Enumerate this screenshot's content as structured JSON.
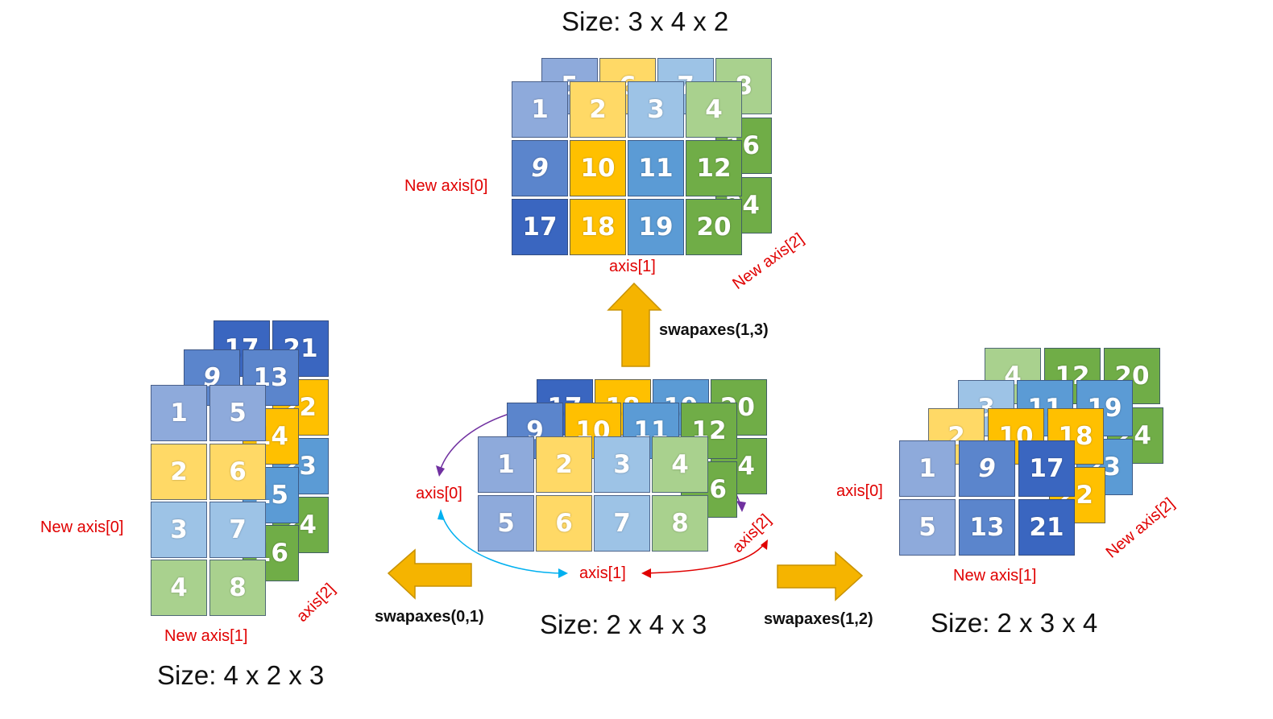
{
  "colors": {
    "label_red": "#e00000",
    "arrow_orange": "#f5b400",
    "blue_light": "#8eaadb",
    "blue_mid": "#5b85cc",
    "blue_dark": "#3a66c0",
    "yellow_light": "#ffd966",
    "yellow_mid": "#ffc000",
    "skyblue": "#5b9bd5",
    "skyblue_light": "#9dc3e6",
    "green_light": "#a9d18e",
    "green": "#70ad47",
    "curve_purple": "#7030a0",
    "curve_cyan": "#00b0f0",
    "curve_red": "#e00000"
  },
  "original": {
    "size_label": "Size: 2 x 4 x 3",
    "axis0": "axis[0]",
    "axis1": "axis[1]",
    "axis2": "axis[2]",
    "front": [
      "1",
      "2",
      "3",
      "4",
      "5",
      "6",
      "7",
      "8"
    ],
    "middle": [
      "9",
      "10",
      "11",
      "12",
      "",
      "",
      "",
      "6"
    ],
    "back": [
      "17",
      "18",
      "19",
      "20",
      "",
      "",
      "",
      "4"
    ]
  },
  "top": {
    "size_label": "Size: 3 x 4 x 2",
    "op_label": "swapaxes(1,3)",
    "new_axis0": "New axis[0]",
    "axis1": "axis[1]",
    "new_axis2": "New axis[2]",
    "front": [
      "1",
      "2",
      "3",
      "4",
      "9",
      "10",
      "11",
      "12",
      "17",
      "18",
      "19",
      "20"
    ],
    "back_visible": [
      "5",
      "6",
      "7",
      "8",
      "16",
      "24"
    ]
  },
  "left": {
    "size_label": "Size: 4 x 2 x 3",
    "op_label": "swapaxes(0,1)",
    "new_axis0": "New axis[0]",
    "new_axis1": "New axis[1]",
    "axis2": "axis[2]",
    "front": [
      "1",
      "5",
      "2",
      "6",
      "3",
      "7",
      "4",
      "8"
    ],
    "middle_visible": [
      "9",
      "13",
      "14",
      "15",
      "16"
    ],
    "back_visible": [
      "17",
      "21",
      "22",
      "23",
      "24"
    ]
  },
  "right": {
    "size_label": "Size: 2 x 3 x 4",
    "op_label": "swapaxes(1,2)",
    "axis0": "axis[0]",
    "new_axis1": "New axis[1]",
    "new_axis2": "New axis[2]",
    "front": [
      "1",
      "9",
      "17",
      "5",
      "13",
      "21"
    ],
    "layer2": [
      "2",
      "10",
      "18",
      "22"
    ],
    "layer3": [
      "3",
      "11",
      "19",
      "23"
    ],
    "layer4": [
      "4",
      "12",
      "20",
      "24"
    ]
  }
}
